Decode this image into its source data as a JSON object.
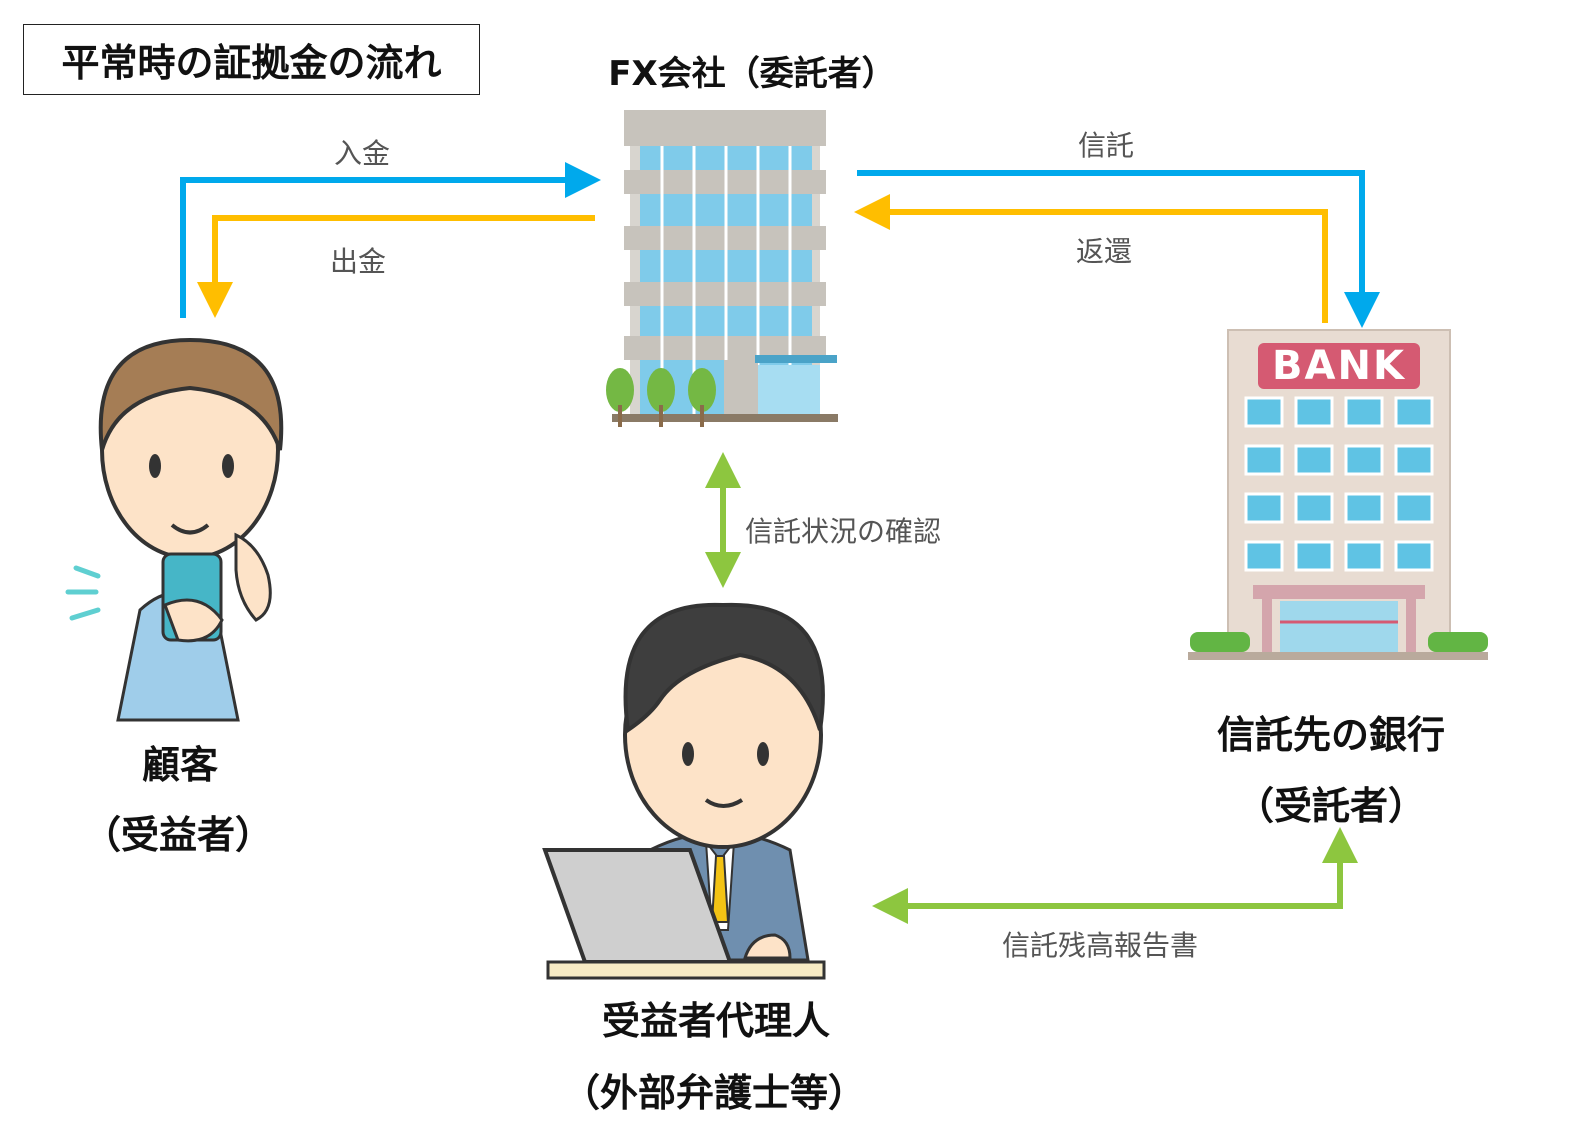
{
  "title": "平常時の証拠金の流れ",
  "entities": {
    "fx_company": "FX会社（委託者）",
    "customer_name": "顧客",
    "customer_role": "（受益者）",
    "bank_sign": "BANK",
    "bank_name": "信託先の銀行",
    "bank_role": "（受託者）",
    "agent_name": "受益者代理人",
    "agent_role": "（外部弁護士等）"
  },
  "flows": {
    "deposit": "入金",
    "withdrawal": "出金",
    "trust": "信託",
    "return": "返還",
    "check": "信託状況の確認",
    "report": "信託残高報告書"
  },
  "colors": {
    "blue_arrow": "#00a9ec",
    "orange_arrow": "#ffbe00",
    "green_arrow": "#8dc63f"
  }
}
